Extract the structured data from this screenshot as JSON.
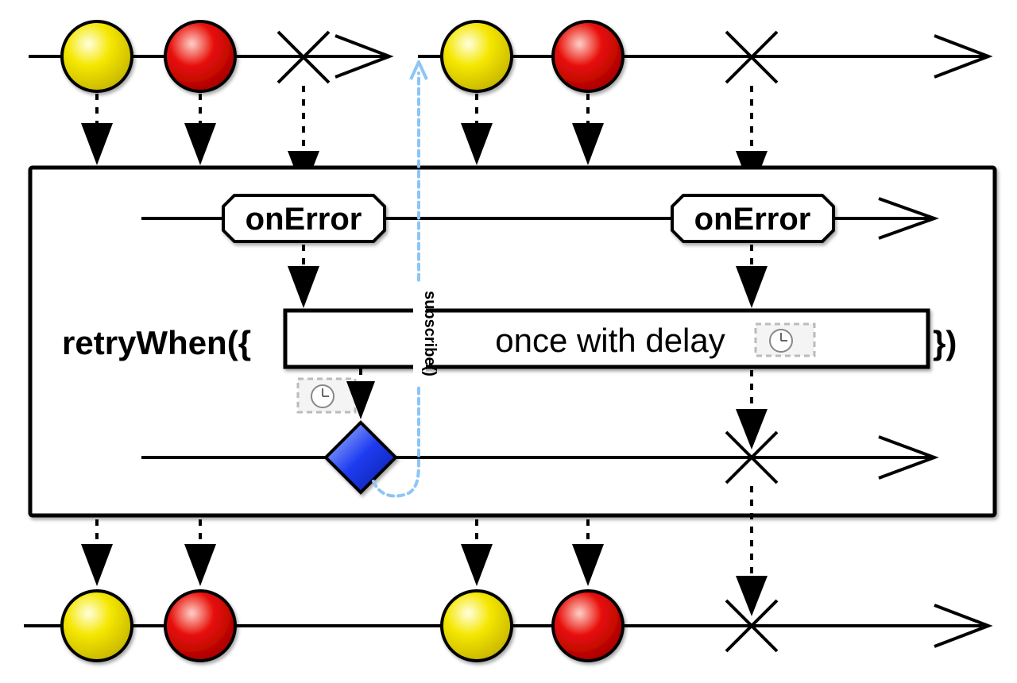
{
  "operator": {
    "name": "retryWhen({",
    "closing": "})",
    "function_label": "once with delay"
  },
  "inner": {
    "error_label": "onError",
    "subscribe_label": "subscribe()"
  },
  "icons": {
    "timer": "clock-icon",
    "error": "x-mark-icon",
    "arrow": "arrowhead-icon"
  },
  "colors": {
    "item_a": "#f5e700",
    "item_b": "#e8110a",
    "notifier_item": "#1e3cf0",
    "subscribe_arrow": "#8ec5f5",
    "line": "#000000",
    "box_fill": "#ffffff"
  }
}
